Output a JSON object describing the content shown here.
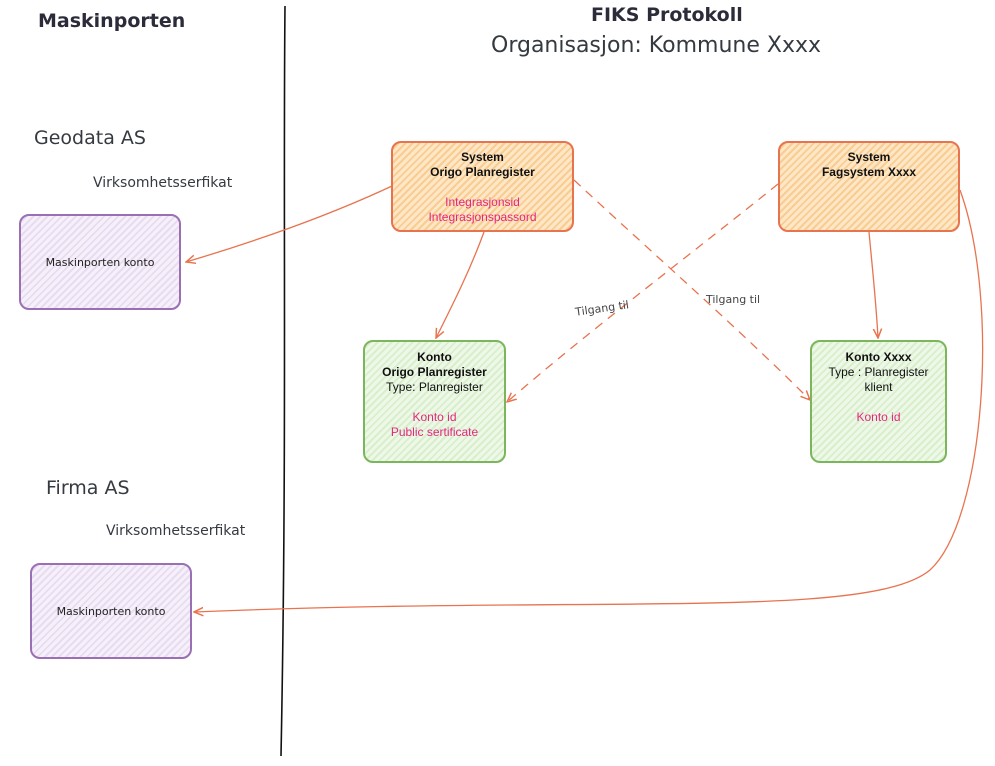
{
  "left_title": "Maskinporten",
  "header": {
    "title": "FIKS Protokoll",
    "subtitle": "Organisasjon: Kommune Xxxx"
  },
  "geodata": {
    "org": "Geodata AS",
    "cert": "Virksomhetsserfikat",
    "account": "Maskinporten konto"
  },
  "firma": {
    "org": "Firma AS",
    "cert": "Virksomhetsserfikat",
    "account": "Maskinporten konto"
  },
  "system_origo": {
    "kind": "System",
    "name": "Origo Planregister",
    "id": "Integrasjonsid",
    "password": "Integrasjonspassord"
  },
  "system_fag": {
    "kind": "System",
    "name": "Fagsystem Xxxx"
  },
  "konto_origo": {
    "kind": "Konto",
    "name": "Origo Planregister",
    "type": "Type: Planregister",
    "id": "Konto id",
    "cert": "Public sertificate"
  },
  "konto_xxxx": {
    "name": "Konto Xxxx",
    "type_line1": "Type : Planregister",
    "type_line2": "klient",
    "id": "Konto id"
  },
  "edges": {
    "access_left": "Tilgang til",
    "access_right": "Tilgang til"
  },
  "colors": {
    "system_stroke": "#e8734f",
    "konto_stroke": "#7cb65c",
    "mask_stroke": "#9b6fb4",
    "highlight_text": "#e3277d"
  }
}
